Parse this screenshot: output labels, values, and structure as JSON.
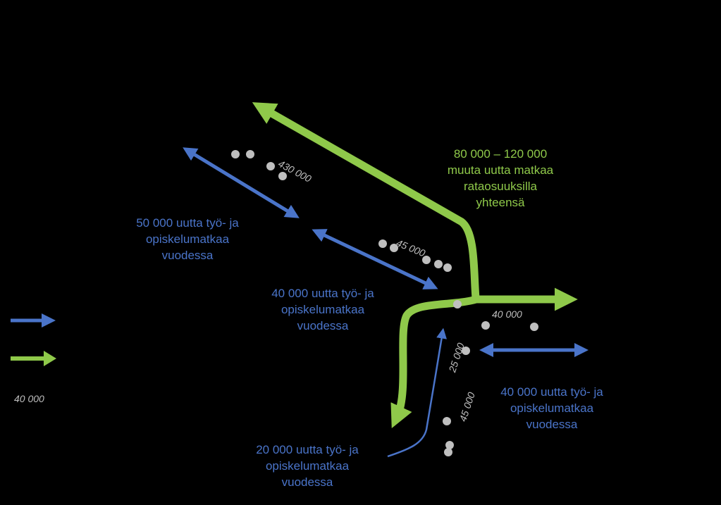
{
  "colors": {
    "blue": "#4a74c9",
    "green": "#8fc94a",
    "dot": "#bfbfbf",
    "background": "#000000"
  },
  "labels": {
    "green_total": [
      "80 000 – 120 000",
      "muuta uutta matkaa",
      "rataosuuksilla",
      "yhteensä"
    ],
    "nw_trips": [
      "50 000 uutta työ- ja",
      "opiskelumatkaa",
      "vuodessa"
    ],
    "center_trips": [
      "40 000 uutta työ- ja",
      "opiskelumatkaa",
      "vuodessa"
    ],
    "east_trips": [
      "40 000 uutta työ- ja",
      "opiskelumatkaa",
      "vuodessa"
    ],
    "south_trips": [
      "20 000 uutta työ- ja",
      "opiskelumatkaa",
      "vuodessa"
    ]
  },
  "population_figures": {
    "nw": "430 000",
    "center": "45 000",
    "east": "40 000",
    "south_upper": "25 000",
    "south_lower": "45 000"
  },
  "legend": {
    "blue_arrow": "blue-arrow",
    "green_arrow": "green-arrow",
    "population_example": "40 000"
  }
}
